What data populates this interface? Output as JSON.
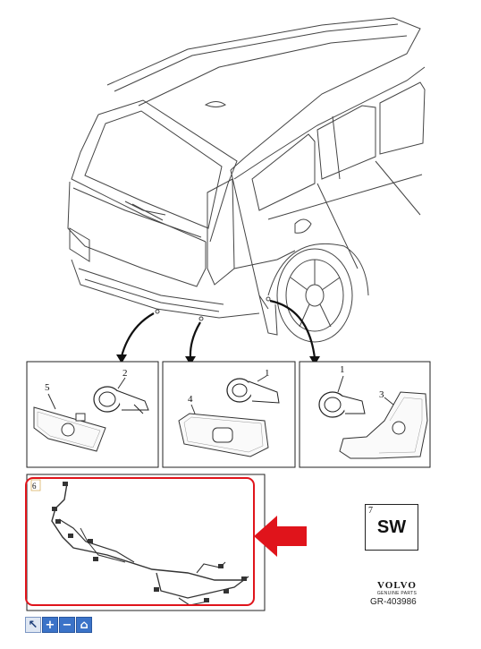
{
  "callouts": {
    "panel1": {
      "sensor_num": "2",
      "cover_num": "5"
    },
    "panel2": {
      "sensor_num": "1",
      "cover_num": "4"
    },
    "panel3": {
      "sensor_num": "1",
      "bracket_num": "3"
    },
    "harness_num": "6"
  },
  "sw_box": {
    "number": "7",
    "label": "SW"
  },
  "brand": {
    "logo": "VOLVO",
    "subtitle": "GENUINE PARTS",
    "reference": "GR-403986"
  },
  "toolbar": {
    "buttons": [
      {
        "name": "pointer-icon",
        "glyph": "↖"
      },
      {
        "name": "zoom-in-icon",
        "glyph": "+"
      },
      {
        "name": "zoom-out-icon",
        "glyph": "−"
      },
      {
        "name": "home-icon",
        "glyph": "⌂"
      }
    ]
  },
  "colors": {
    "highlight": "#e0141b",
    "toolbar": "#3b73c8"
  }
}
